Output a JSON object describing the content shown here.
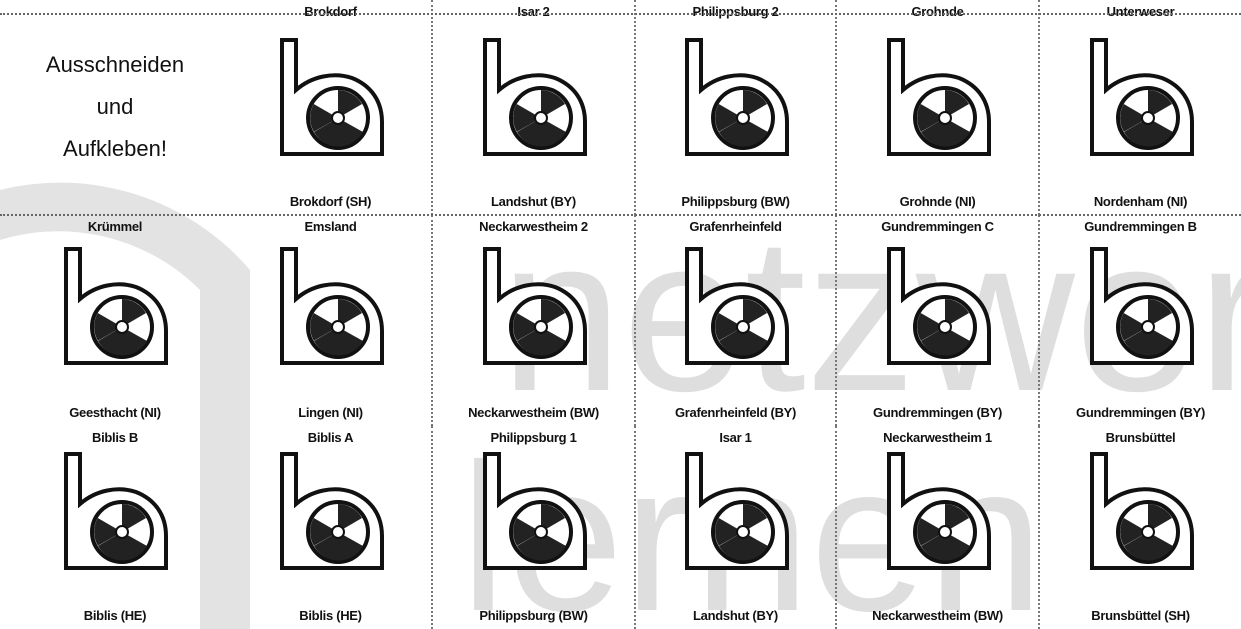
{
  "instruction": {
    "line1": "Ausschneiden",
    "line2": "und",
    "line3": "Aufkleben!"
  },
  "icon": "nuclear-plant-logo-icon",
  "watermark": {
    "text": "netzwer",
    "text2": "lernen",
    "color": "#d9d9d9"
  },
  "rows": [
    {
      "cells": [
        {
          "top": "Brokdorf",
          "bottom": "Brokdorf (SH)"
        },
        {
          "top": "Isar 2",
          "bottom": "Landshut (BY)"
        },
        {
          "top": "Philippsburg 2",
          "bottom": "Philippsburg (BW)"
        },
        {
          "top": "Grohnde",
          "bottom": "Grohnde (NI)"
        },
        {
          "top": "Unterweser",
          "bottom": "Nordenham (NI)"
        }
      ]
    },
    {
      "cells": [
        {
          "top": "Krümmel",
          "bottom": "Geesthacht (NI)"
        },
        {
          "top": "Emsland",
          "bottom": "Lingen (NI)"
        },
        {
          "top": "Neckarwestheim 2",
          "bottom": "Neckarwestheim (BW)"
        },
        {
          "top": "Grafenrheinfeld",
          "bottom": "Grafenrheinfeld (BY)"
        },
        {
          "top": "Gundremmingen C",
          "bottom": "Gundremmingen (BY)"
        },
        {
          "top": "Gundremmingen B",
          "bottom": "Gundremmingen (BY)"
        }
      ]
    },
    {
      "cells": [
        {
          "top": "Biblis B",
          "bottom": "Biblis (HE)"
        },
        {
          "top": "Biblis A",
          "bottom": "Biblis (HE)"
        },
        {
          "top": "Philippsburg 1",
          "bottom": "Philippsburg (BW)"
        },
        {
          "top": "Isar 1",
          "bottom": "Landshut (BY)"
        },
        {
          "top": "Neckarwestheim 1",
          "bottom": "Neckarwestheim (BW)"
        },
        {
          "top": "Brunsbüttel",
          "bottom": "Brunsbüttel (SH)"
        }
      ]
    }
  ]
}
